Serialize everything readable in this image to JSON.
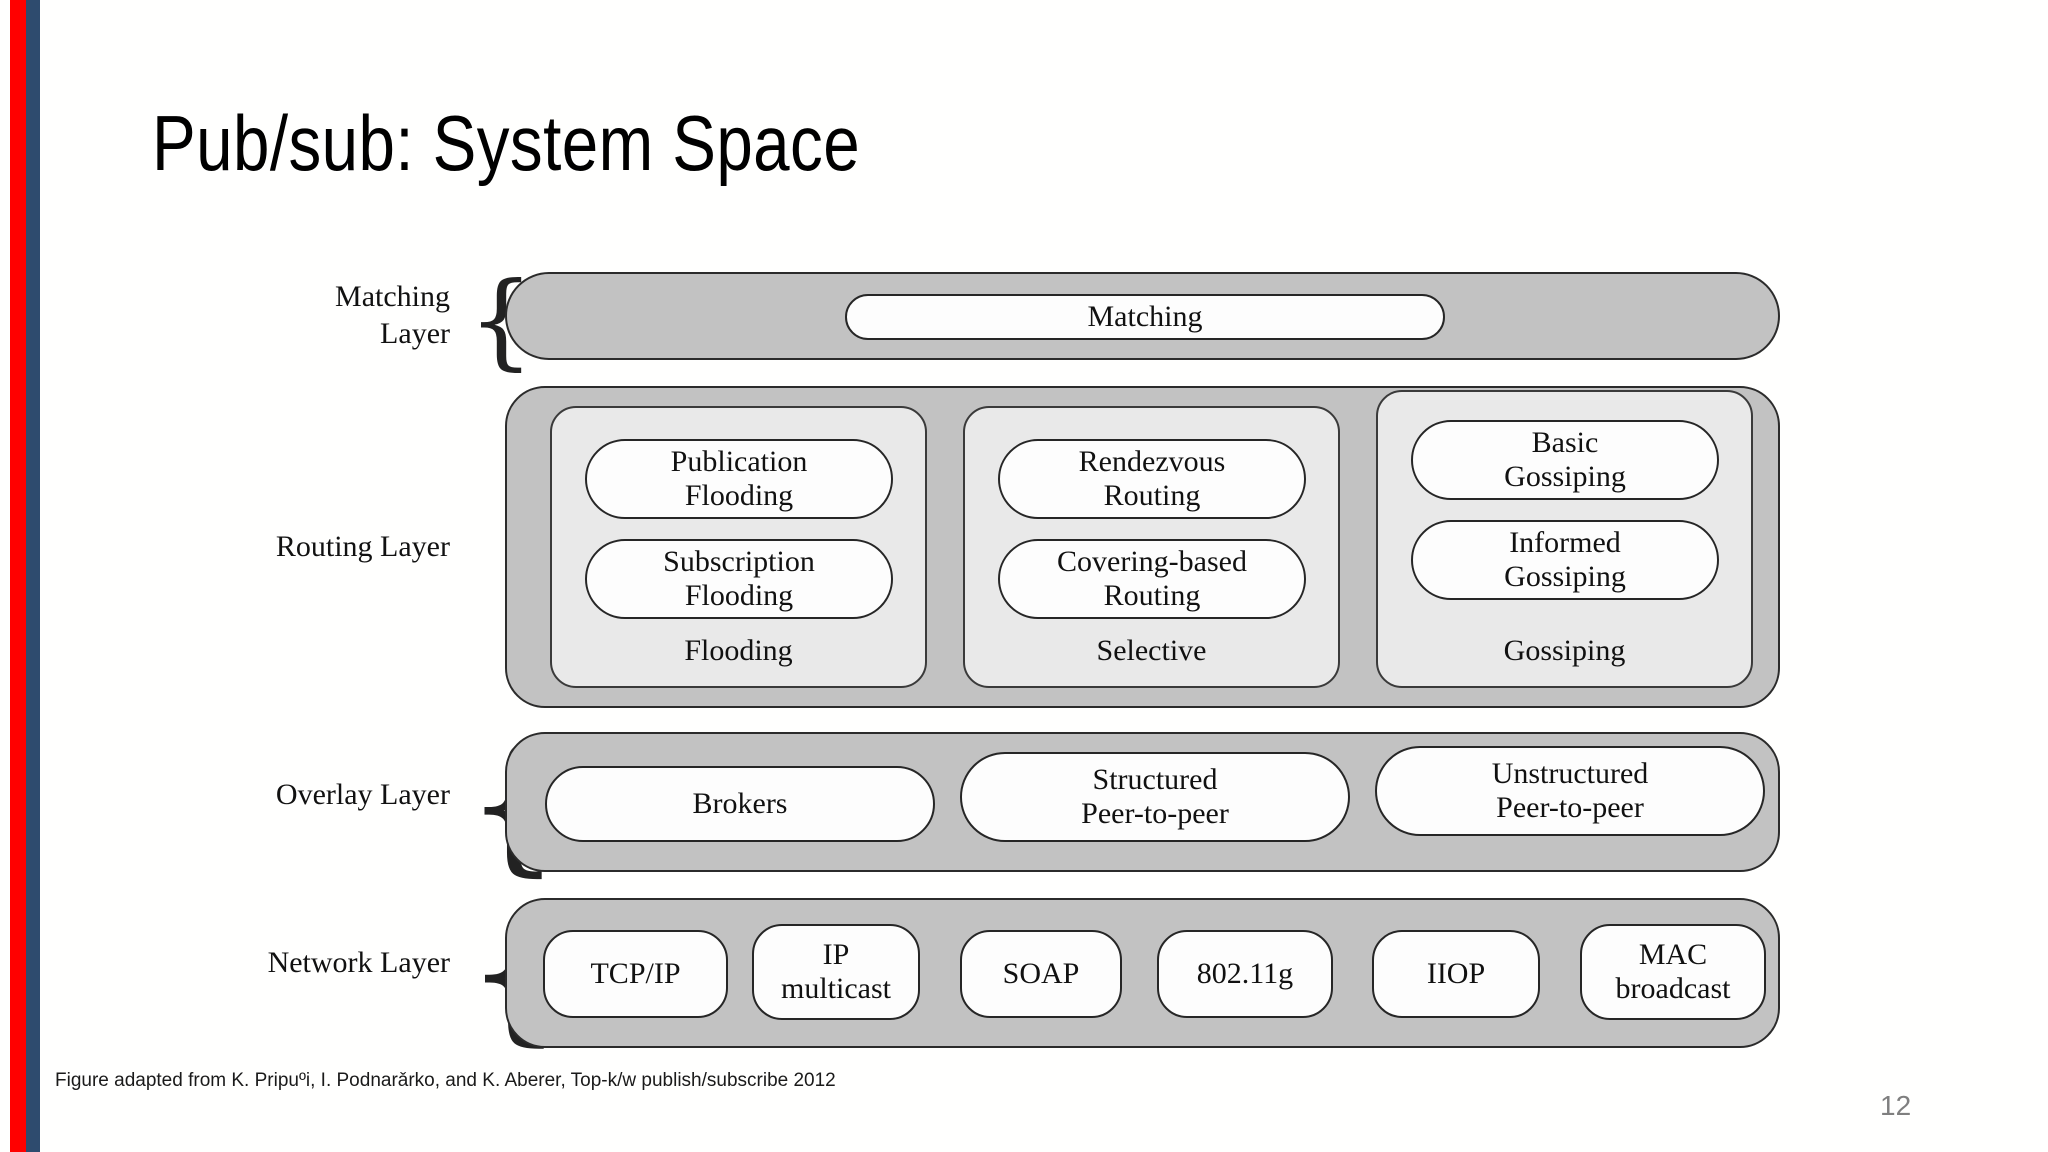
{
  "slide": {
    "title": "Pub/sub: System Space",
    "page_number": "12",
    "credit": "Figure adapted from K. Pripuºi, I. Podnarǎrko, and K. Aberer, Top-k/w publish/subscribe 2012",
    "accent_red": "#ff0000",
    "accent_blue": "#2e4b6e"
  },
  "figure": {
    "rail_color": "#c2c2c2",
    "group_color": "#e9e9e9",
    "node_color": "#fdfdfd",
    "stroke_color": "#262626",
    "brace_glyph": "{",
    "layers": [
      {
        "id": "matching",
        "label": "Matching\nLayer",
        "nodes": [
          {
            "label": "Matching"
          }
        ]
      },
      {
        "id": "routing",
        "label": "Routing Layer",
        "groups": [
          {
            "caption": "Flooding",
            "nodes": [
              {
                "label": "Publication\nFlooding"
              },
              {
                "label": "Subscription\nFlooding"
              }
            ]
          },
          {
            "caption": "Selective",
            "nodes": [
              {
                "label": "Rendezvous\nRouting"
              },
              {
                "label": "Covering-based\nRouting"
              }
            ]
          },
          {
            "caption": "Gossiping",
            "nodes": [
              {
                "label": "Basic\nGossiping"
              },
              {
                "label": "Informed\nGossiping"
              }
            ]
          }
        ]
      },
      {
        "id": "overlay",
        "label": "Overlay Layer",
        "nodes": [
          {
            "label": "Brokers"
          },
          {
            "label": "Structured\nPeer-to-peer"
          },
          {
            "label": "Unstructured\nPeer-to-peer"
          }
        ]
      },
      {
        "id": "network",
        "label": "Network Layer",
        "nodes": [
          {
            "label": "TCP/IP"
          },
          {
            "label": "IP\nmulticast"
          },
          {
            "label": "SOAP"
          },
          {
            "label": "802.11g"
          },
          {
            "label": "IIOP"
          },
          {
            "label": "MAC\nbroadcast"
          }
        ]
      }
    ]
  }
}
